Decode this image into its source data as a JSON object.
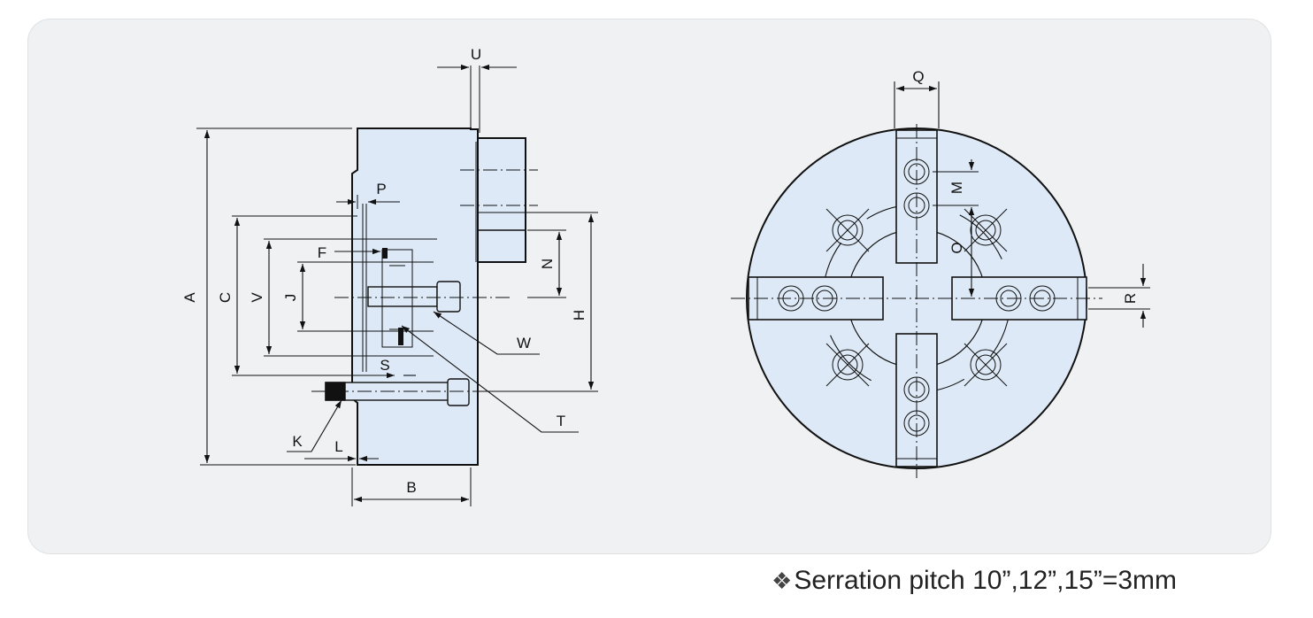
{
  "colors": {
    "panel_bg": "#f0f1f2",
    "body_fill": "#dde9f6",
    "line": "#111111"
  },
  "side_view_labels": {
    "A": "A",
    "B": "B",
    "C": "C",
    "F": "F",
    "H": "H",
    "J": "J",
    "K": "K",
    "L": "L",
    "N": "N",
    "P": "P",
    "S": "S",
    "T": "T",
    "U": "U",
    "V": "V",
    "W": "W"
  },
  "front_view_labels": {
    "M": "M",
    "O": "O",
    "Q": "Q",
    "R": "R"
  },
  "footnote": {
    "icon": "four-diamond-icon",
    "symbol": "❖",
    "text": "Serration pitch 10”,12”,15”=3mm"
  }
}
